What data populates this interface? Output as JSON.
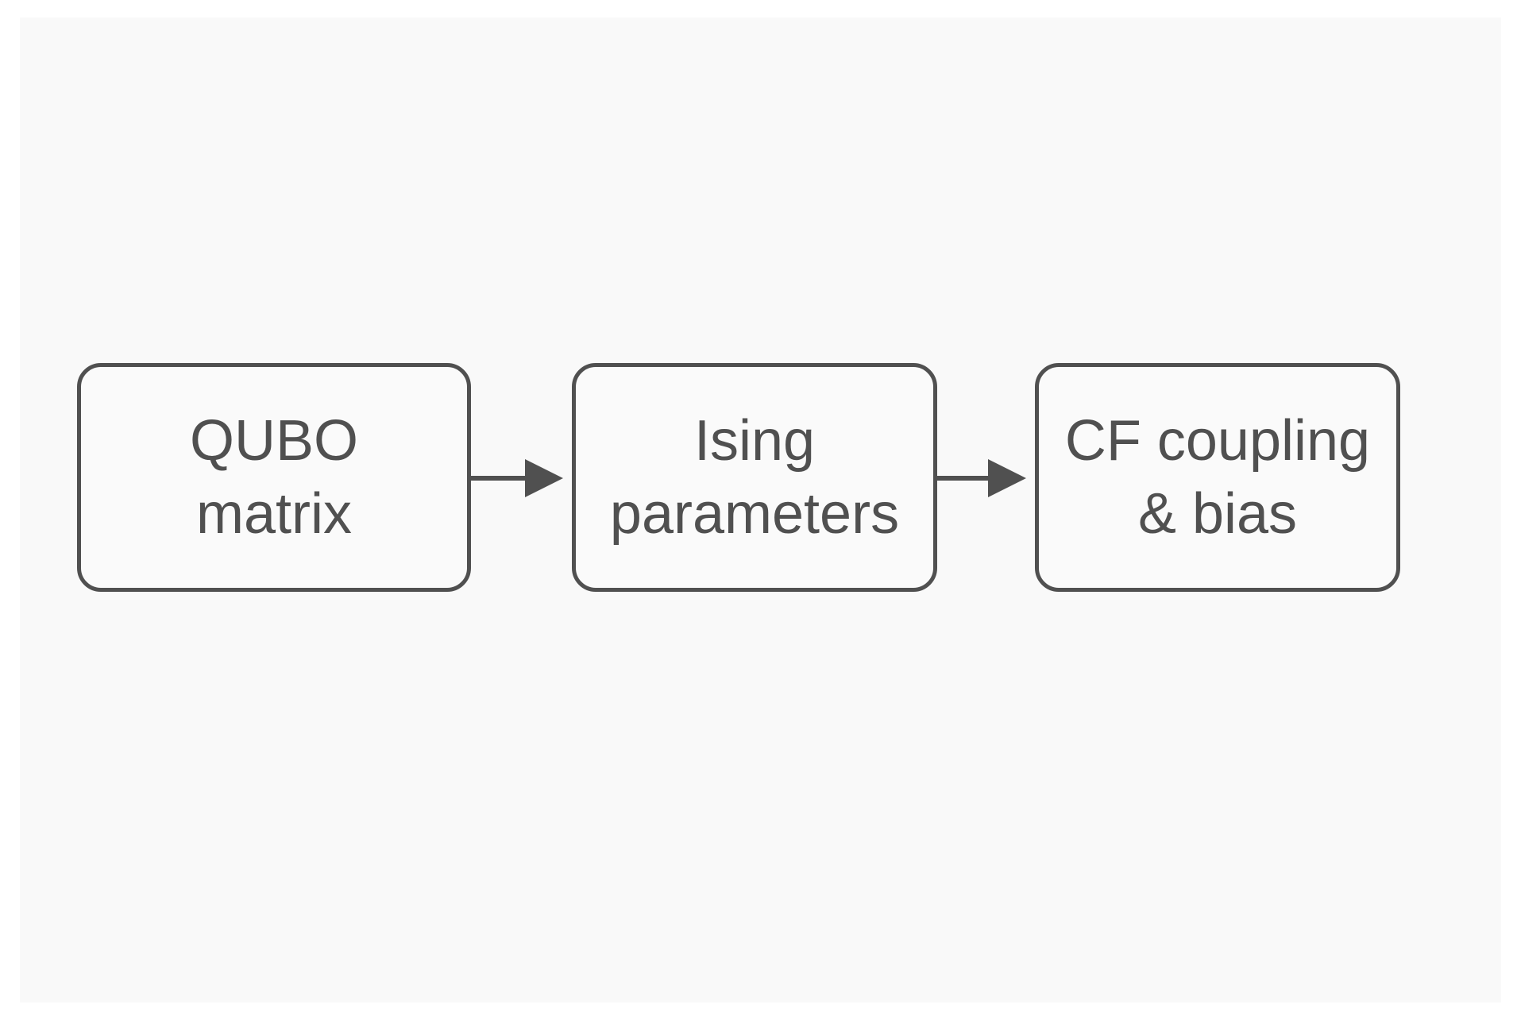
{
  "diagram": {
    "nodes": [
      {
        "id": "qubo",
        "lines": [
          "QUBO",
          "matrix"
        ]
      },
      {
        "id": "ising",
        "lines": [
          "Ising",
          "parameters"
        ]
      },
      {
        "id": "cf",
        "lines": [
          "CF coupling",
          "& bias"
        ]
      }
    ],
    "edges": [
      {
        "from": "qubo",
        "to": "ising"
      },
      {
        "from": "ising",
        "to": "cf"
      }
    ],
    "colors": {
      "stroke": "#505050",
      "text": "#505050",
      "background": "#f9f9f9"
    }
  }
}
